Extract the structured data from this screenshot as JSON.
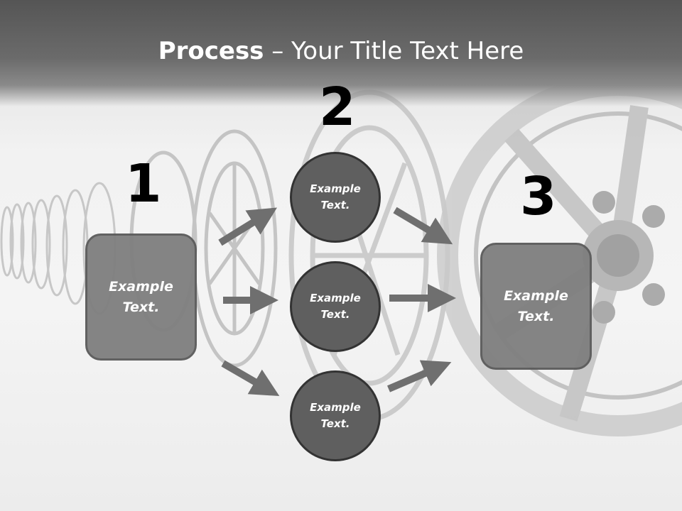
{
  "title": {
    "bold": "Process",
    "rest": " – Your Title Text Here"
  },
  "steps": [
    {
      "number": "1",
      "text": "Example Text."
    },
    {
      "number": "2",
      "text": ""
    },
    {
      "number": "3",
      "text": "Example Text."
    }
  ],
  "circles": [
    {
      "text": "Example Text."
    },
    {
      "text": "Example Text."
    },
    {
      "text": "Example Text."
    }
  ],
  "colors": {
    "box_fill": "#7f7f7f",
    "circle_fill": "#5f5f5f",
    "arrow": "#6f6f6f",
    "title_text": "#ffffff"
  }
}
